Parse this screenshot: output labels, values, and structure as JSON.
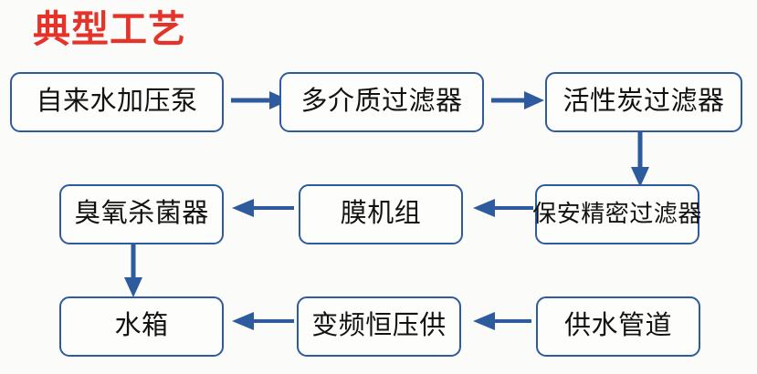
{
  "title": "典型工艺",
  "colors": {
    "title": "#e5332a",
    "node_border": "#2e5b9e",
    "node_fill": "#fdfdfc",
    "arrow": "#2e5b9e",
    "node_text": "#121212",
    "background": "#fbfbfa"
  },
  "nodes": [
    {
      "id": "tap-water-booster-pump",
      "label": "自来水加压泵",
      "row": 1,
      "col": 1
    },
    {
      "id": "multi-media-filter",
      "label": "多介质过滤器",
      "row": 1,
      "col": 2
    },
    {
      "id": "activated-carbon-filter",
      "label": "活性炭过滤器",
      "row": 1,
      "col": 3
    },
    {
      "id": "security-precision-filter",
      "label": "保安精密过滤器",
      "row": 2,
      "col": 3
    },
    {
      "id": "membrane-unit",
      "label": "膜机组",
      "row": 2,
      "col": 2
    },
    {
      "id": "ozone-sterilizer",
      "label": "臭氧杀菌器",
      "row": 2,
      "col": 1
    },
    {
      "id": "water-tank",
      "label": "水箱",
      "row": 3,
      "col": 1
    },
    {
      "id": "vfd-constant-pressure-supply",
      "label": "变频恒压供",
      "row": 3,
      "col": 2
    },
    {
      "id": "water-supply-pipeline",
      "label": "供水管道",
      "row": 3,
      "col": 3
    }
  ],
  "connections": [
    {
      "from": "自来水加压泵",
      "to": "多介质过滤器",
      "direction": "right"
    },
    {
      "from": "多介质过滤器",
      "to": "活性炭过滤器",
      "direction": "right"
    },
    {
      "from": "活性炭过滤器",
      "to": "保安精密过滤器",
      "direction": "down"
    },
    {
      "from": "保安精密过滤器",
      "to": "膜机组",
      "direction": "left"
    },
    {
      "from": "膜机组",
      "to": "臭氧杀菌器",
      "direction": "left"
    },
    {
      "from": "臭氧杀菌器",
      "to": "水箱",
      "direction": "down"
    },
    {
      "from": "水箱",
      "to": "变频恒压供",
      "direction": "left-in"
    },
    {
      "from": "变频恒压供",
      "to": "供水管道",
      "direction": "left-in"
    }
  ]
}
